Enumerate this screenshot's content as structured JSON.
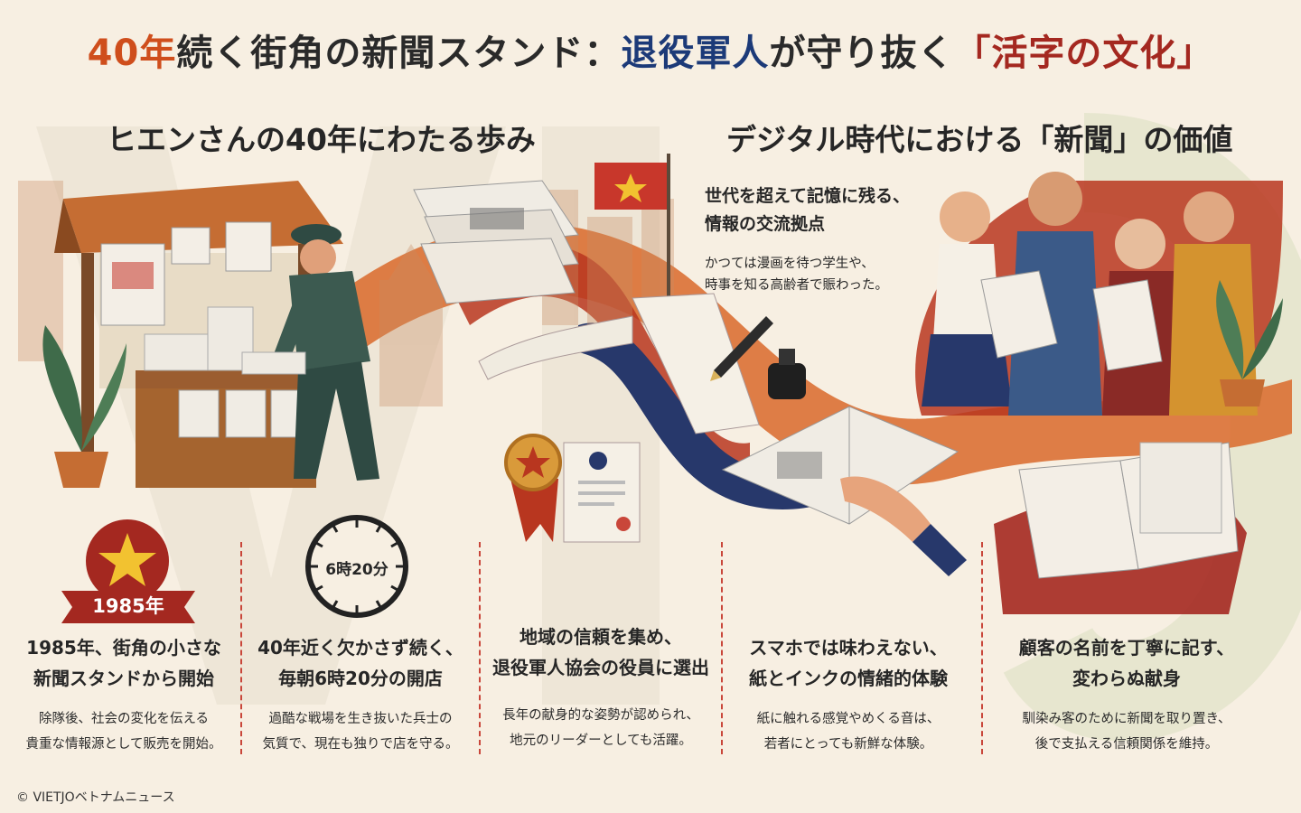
{
  "title": {
    "part1": "40年",
    "part2": "続く街角の新聞スタンド：",
    "part3": "退役軍人",
    "part4": "が守り抜く",
    "part5": "「活字の文化」"
  },
  "sections": {
    "left_heading": "ヒエンさんの40年にわたる歩み",
    "right_heading": "デジタル時代における「新聞」の価値"
  },
  "hub": {
    "title_line1": "世代を超えて記憶に残る、",
    "title_line2": "情報の交流拠点",
    "desc_line1": "かつては漫画を待つ学生や、",
    "desc_line2": "時事を知る高齢者で賑わった。"
  },
  "badges": {
    "year": "1985年",
    "clock": "6時20分"
  },
  "columns": [
    {
      "title_line1": "1985年、街角の小さな",
      "title_line2": "新聞スタンドから開始",
      "desc_line1": "除隊後、社会の変化を伝える",
      "desc_line2": "貴重な情報源として販売を開始。"
    },
    {
      "title_line1": "40年近く欠かさず続く、",
      "title_line2": "毎朝6時20分の開店",
      "desc_line1": "過酷な戦場を生き抜いた兵士の",
      "desc_line2": "気質で、現在も独りで店を守る。"
    },
    {
      "title_line1": "地域の信頼を集め、",
      "title_line2": "退役軍人協会の役員に選出",
      "desc_line1": "長年の献身的な姿勢が認められ、",
      "desc_line2": "地元のリーダーとしても活躍。"
    },
    {
      "title_line1": "スマホでは味わえない、",
      "title_line2": "紙とインクの情緒的体験",
      "desc_line1": "紙に触れる感覚やめくる音は、",
      "desc_line2": "若者にとっても新鮮な体験。"
    },
    {
      "title_line1": "顧客の名前を丁寧に記す、",
      "title_line2": "変わらぬ献身",
      "desc_line1": "馴染み客のために新聞を取り置き、",
      "desc_line2": "後で支払える信頼関係を維持。"
    }
  ],
  "copyright": "© VIETJOベトナムニュース",
  "colors": {
    "background": "#f7efe2",
    "orange": "#cf4e1c",
    "navy": "#1c3a78",
    "red": "#a42820",
    "ribbon_orange": "#d9692a",
    "ribbon_navy": "#27386b",
    "gold": "#f2c230"
  },
  "icons": {
    "star": "star-icon",
    "clock": "clock-icon",
    "medal": "medal-icon",
    "certificate": "certificate-icon",
    "flag": "flag-icon",
    "pen": "pen-icon",
    "ink": "ink-bottle-icon"
  }
}
